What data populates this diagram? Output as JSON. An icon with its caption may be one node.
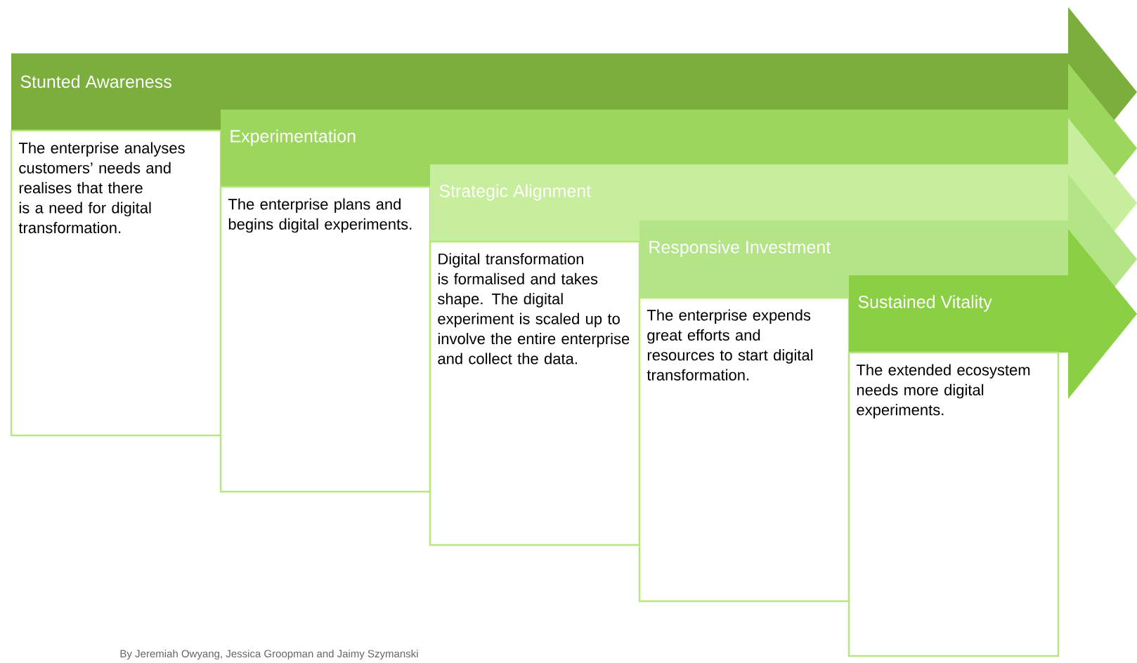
{
  "diagram": {
    "nodes": [
      {
        "text": [
          "Stunted Awareness"
        ]
      },
      {
        "text": [
          "The enterprise analyses customers’ needs and realises that there is a need for digital transformation."
        ]
      },
      {
        "text": [
          "Experimentation"
        ]
      },
      {
        "text": [
          "The enterprise plans and begins digital experiments."
        ]
      },
      {
        "text": [
          "Strategic Alignment"
        ]
      },
      {
        "text": [
          "Digital transformation is formalised and takes shape. The digital experiment is scaled up to involve the entire enterprise and collect the data."
        ]
      },
      {
        "text": [
          "Responsive Investment"
        ]
      },
      {
        "text": [
          "The enterprise expends great efforts and resources to start digital transformation."
        ]
      },
      {
        "text": [
          "Sustained Vitality"
        ]
      },
      {
        "text": [
          "The extended ecosystem needs more digital experiments."
        ]
      }
    ],
    "labels": [
      "By Jeremiah Owyang, Jessica Groopman and Jaimy Szymanski"
    ]
  }
}
